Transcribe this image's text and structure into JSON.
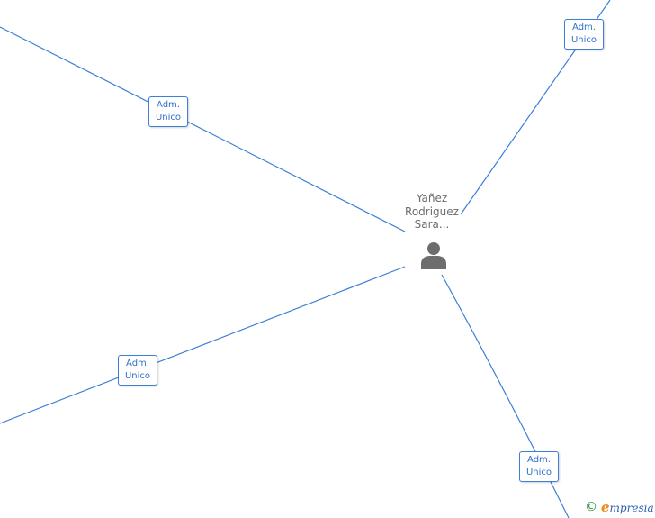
{
  "center_node": {
    "name_lines": [
      "Yañez",
      "Rodriguez",
      "Sara..."
    ],
    "icon": "person-icon"
  },
  "edge_labels": [
    {
      "line1": "Adm.",
      "line2": "Unico"
    },
    {
      "line1": "Adm.",
      "line2": "Unico"
    },
    {
      "line1": "Adm.",
      "line2": "Unico"
    },
    {
      "line1": "Adm.",
      "line2": "Unico"
    }
  ],
  "footer": {
    "copyright_symbol": "©",
    "brand_initial": "e",
    "brand_rest": "mpresia"
  },
  "colors": {
    "edge": "#3b7fd6",
    "label_text": "#2f6fc6",
    "node_text": "#6d6d6d",
    "icon": "#6d6d6d",
    "brand_initial": "#f08a1c",
    "brand_text": "#2a5fb0"
  }
}
